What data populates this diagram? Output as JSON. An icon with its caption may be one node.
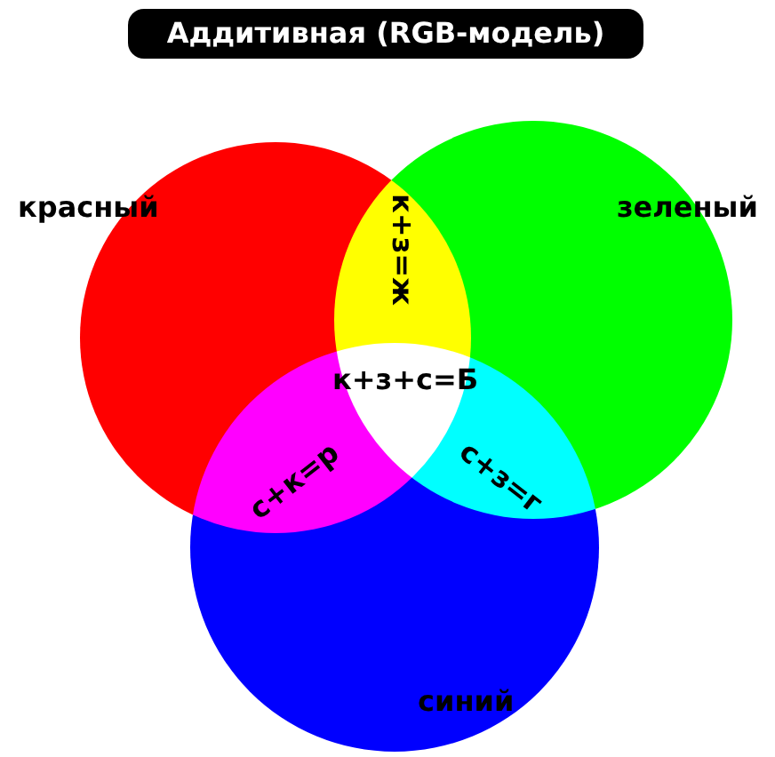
{
  "diagram": {
    "title": "Аддитивная (RGB-модель)",
    "nodes": [
      {
        "text": [
          "красный"
        ]
      },
      {
        "text": [
          "зеленый"
        ]
      },
      {
        "text": [
          "синий"
        ]
      }
    ],
    "labels": [
      "к+з=ж",
      "к+з+с=Б",
      "с+к=р",
      "с+з=г"
    ]
  }
}
